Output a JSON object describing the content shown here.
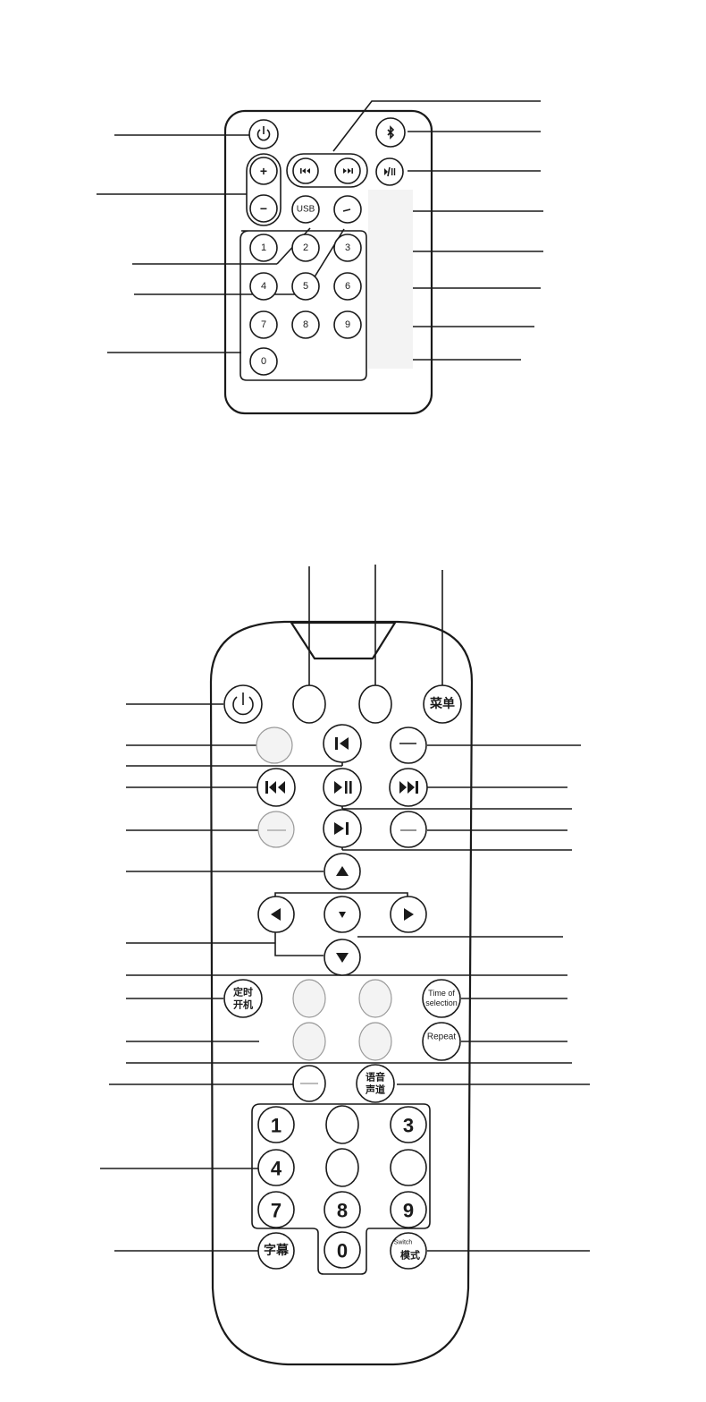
{
  "remote_small": {
    "usb_label": "USB",
    "plus_label": "+",
    "minus_label": "−",
    "bluetooth_icon": "bluetooth-icon",
    "power_icon": "power-icon",
    "prev_icon": "prev-track-icon",
    "next_icon": "next-track-icon",
    "play_pause_icon": "play-pause-icon",
    "digits": [
      "1",
      "2",
      "3",
      "4",
      "5",
      "6",
      "7",
      "8",
      "9",
      "0"
    ]
  },
  "remote_large": {
    "menu_label": "菜单",
    "timer_label_line1": "定时",
    "timer_label_line2": "开机",
    "time_selection_line1": "Time of",
    "time_selection_line2": "selection",
    "repeat_label": "Repeat",
    "audio_track_line1": "语音",
    "audio_track_line2": "声道",
    "subtitle_label": "字幕",
    "switch_label": "Switch",
    "mode_label": "模式",
    "digits": [
      "1",
      "3",
      "4",
      "7",
      "8",
      "9",
      "0"
    ]
  }
}
